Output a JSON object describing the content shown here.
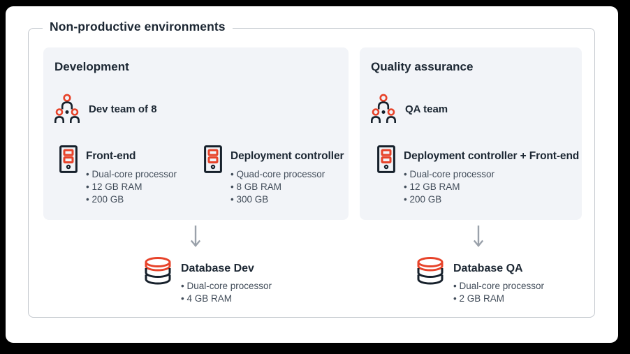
{
  "page": {
    "title": "Non-productive environments"
  },
  "colors": {
    "accent": "#e7432a",
    "dark": "#16202b",
    "heading": "#1c2733",
    "body_text": "#414c59",
    "panel_bg": "#f2f4f8",
    "border": "#c2c7cd",
    "arrow": "#9aa1aa",
    "card_bg": "#ffffff",
    "page_bg": "#000000"
  },
  "icons": {
    "team": "team-icon (three people, red heads, dark shoulders)",
    "server": "server-icon (tower with two red slots and power dot)",
    "database": "database-icon (cylinder stack, red top disk)",
    "arrow": "arrow-down-icon (gray)"
  },
  "panels": [
    {
      "id": "development",
      "title": "Development",
      "team": {
        "label": "Dev team of 8"
      },
      "servers": [
        {
          "name": "Front-end",
          "specs": [
            "Dual-core processor",
            "12 GB RAM",
            "200 GB"
          ]
        },
        {
          "name": "Deployment controller",
          "specs": [
            "Quad-core processor",
            "8 GB RAM",
            "300 GB"
          ]
        }
      ],
      "database": {
        "name": "Database Dev",
        "specs": [
          "Dual-core processor",
          "4 GB RAM"
        ]
      }
    },
    {
      "id": "quality-assurance",
      "title": "Quality assurance",
      "team": {
        "label": "QA team"
      },
      "servers": [
        {
          "name": "Deployment controller + Front-end",
          "specs": [
            "Dual-core processor",
            "12 GB RAM",
            "200 GB"
          ]
        }
      ],
      "database": {
        "name": "Database QA",
        "specs": [
          "Dual-core processor",
          "2 GB RAM"
        ]
      }
    }
  ]
}
